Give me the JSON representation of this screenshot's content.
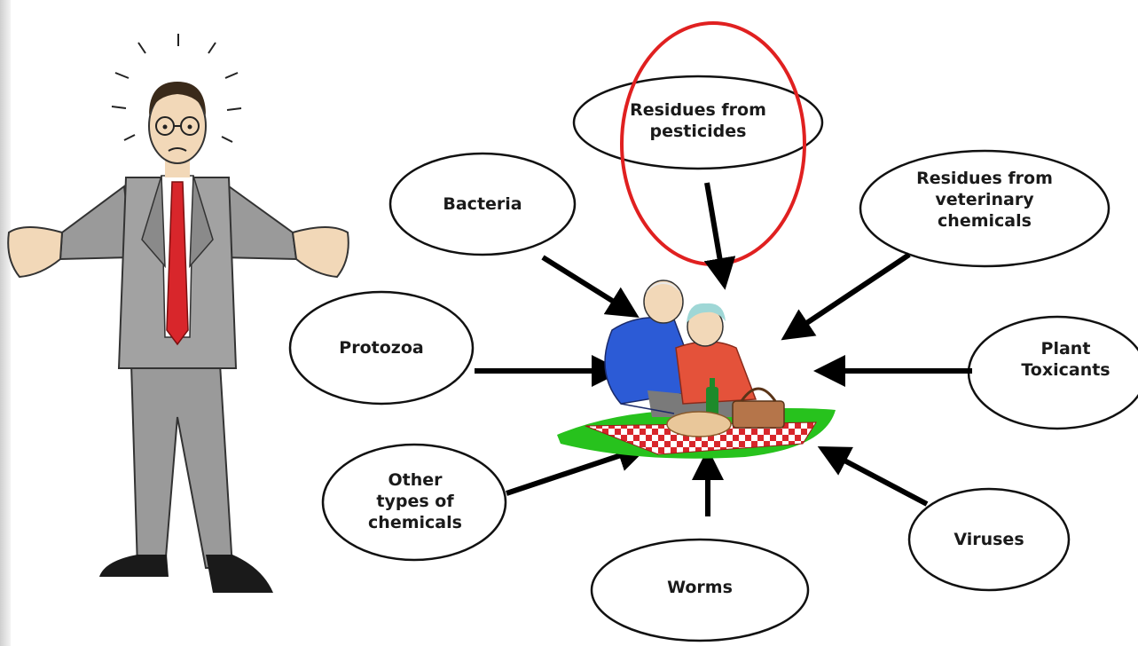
{
  "diagram": {
    "nodes": [
      {
        "id": "residues-pesticides",
        "label": "Residues from\npesticides",
        "highlighted": true
      },
      {
        "id": "bacteria",
        "label": "Bacteria"
      },
      {
        "id": "residues-veterinary",
        "label": "Residues from\nveterinary\nchemicals"
      },
      {
        "id": "protozoa",
        "label": "Protozoa"
      },
      {
        "id": "plant-toxicants",
        "label": "Plant\nToxicants"
      },
      {
        "id": "other-chemicals",
        "label": "Other\ntypes of\nchemicals"
      },
      {
        "id": "viruses",
        "label": "Viruses"
      },
      {
        "id": "worms",
        "label": "Worms"
      }
    ],
    "center": "picnic-couple",
    "highlight_color": "#e02020",
    "arrow_color": "#000000"
  },
  "figures": {
    "left": "confused-man-icon",
    "center": "picnic-couple-icon"
  }
}
